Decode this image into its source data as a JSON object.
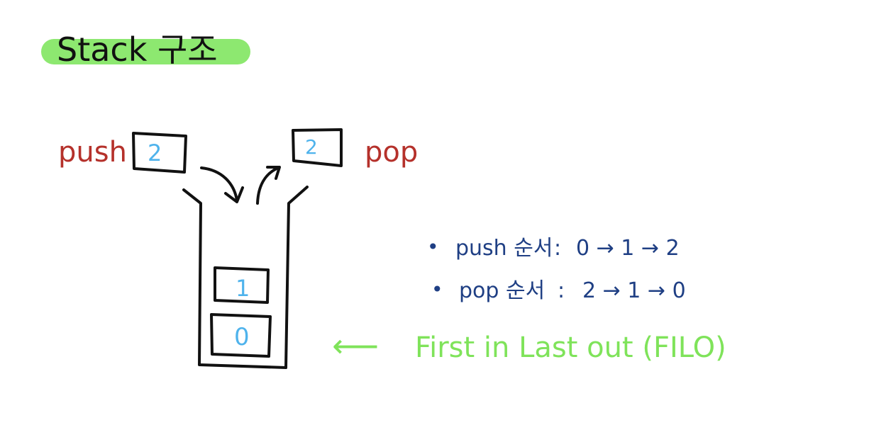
{
  "title": "Stack 구조",
  "push_label": "push",
  "pop_label": "pop",
  "incoming_item": "2",
  "outgoing_item": "2",
  "stack_items": [
    "1",
    "0"
  ],
  "notes": [
    {
      "bullet": "•",
      "label": "push 순서",
      "sep": ":",
      "sequence": "0 → 1 → 2"
    },
    {
      "bullet": "•",
      "label": "pop 순서",
      "sep": ":",
      "sequence": "2 → 1 → 0"
    }
  ],
  "filo_arrow": "⟵",
  "filo_text": "First in  Last out (FILO)",
  "colors": {
    "title_highlight": "#8de870",
    "ink": "#111111",
    "op_label": "#b5312b",
    "item_number": "#4fb3ec",
    "notes": "#1f3f84",
    "filo": "#7fe35a"
  }
}
